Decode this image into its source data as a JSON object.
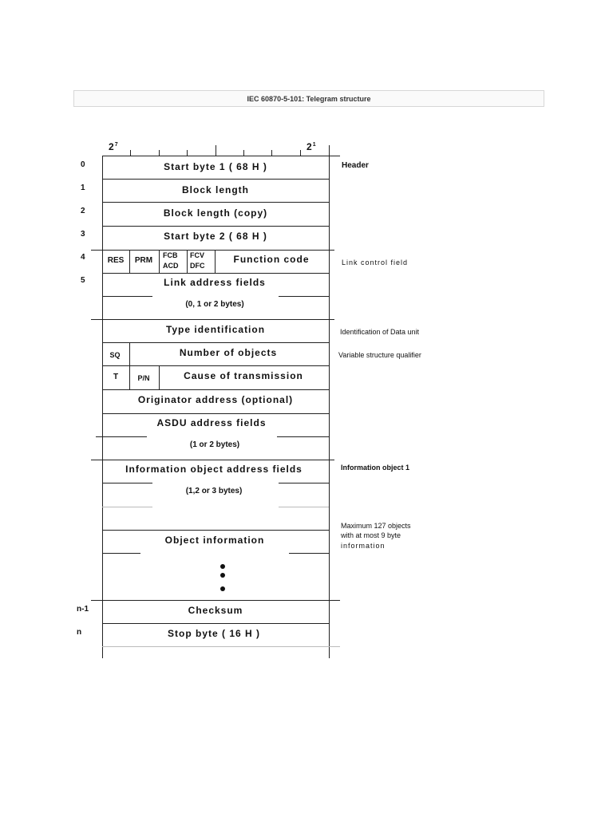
{
  "title": "IEC 60870-5-101: Telegram structure",
  "bits": {
    "msb": "2",
    "msb_exp": "7",
    "lsb": "2",
    "lsb_exp": "1"
  },
  "row_numbers": {
    "r0": "0",
    "r1": "1",
    "r2": "2",
    "r3": "3",
    "r4": "4",
    "r5": "5",
    "rn1": "n-1",
    "rn": "n"
  },
  "fields": {
    "start1": "Start byte 1  ( 68 H )",
    "block_length": "Block length",
    "block_length_copy": "Block length (copy)",
    "start2": "Start byte 2 ( 68 H )",
    "res": "RES",
    "prm": "PRM",
    "fcb": "FCB",
    "acd": "ACD",
    "fcv": "FCV",
    "dfc": "DFC",
    "function_code": "Function code",
    "link_address": "Link address fields",
    "link_address_size": "(0, 1 or 2 bytes)",
    "type_id": "Type identification",
    "sq": "SQ",
    "num_objects": "Number of objects",
    "t": "T",
    "pn": "P/N",
    "cause": "Cause of transmission",
    "originator": "Originator address (optional)",
    "asdu_address": "ASDU address fields",
    "asdu_address_size": "(1 or 2 bytes)",
    "ioa": "Information object address fields",
    "ioa_size": "(1,2 or 3 bytes)",
    "object_info": "Object information",
    "checksum": "Checksum",
    "stop": "Stop byte ( 16 H )"
  },
  "side_labels": {
    "header": "Header",
    "link_control": "Link control field",
    "data_unit": "Identification of  Data unit",
    "vsq": "Variable structure qualifier",
    "info_object": "Information object 1",
    "max_objects_1": "Maximum  127 objects",
    "max_objects_2": "with at most 9 byte",
    "max_objects_3": "information"
  }
}
